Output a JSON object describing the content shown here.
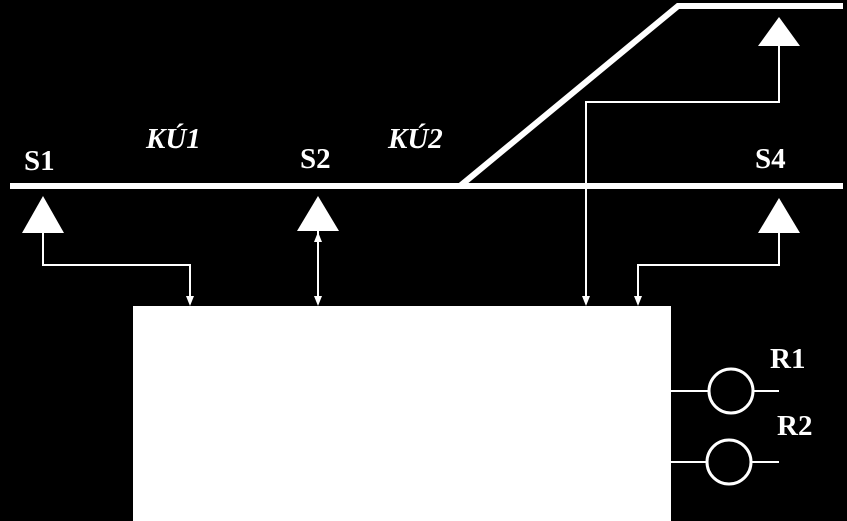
{
  "diagram": {
    "colors": {
      "background": "#000000",
      "foreground": "#ffffff"
    },
    "labels": {
      "s1": "S1",
      "s2": "S2",
      "s4": "S4",
      "ku1": "KÚ1",
      "ku2": "KÚ2",
      "r1": "R1",
      "r2": "R2"
    }
  }
}
